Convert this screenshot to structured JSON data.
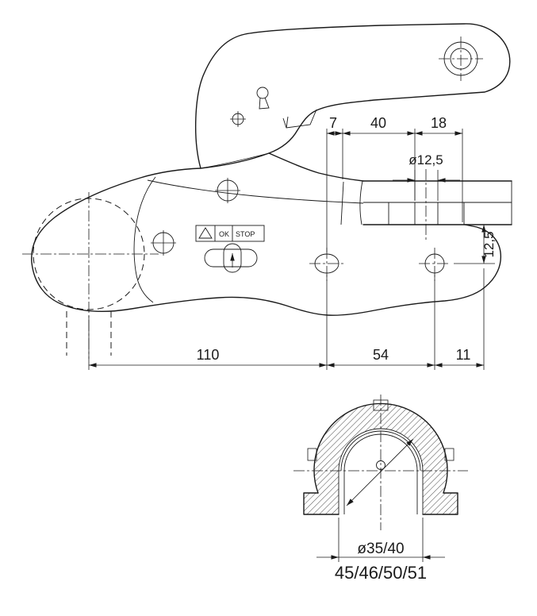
{
  "page": {
    "background": "#ffffff",
    "line_color": "#1a1a1a",
    "description": "Technical dimension drawing of a trailer coupling head with side view and ball-socket section view"
  },
  "side_view": {
    "dim_7": "7",
    "dim_40": "40",
    "dim_18": "18",
    "dim_hole_dia": "ø12,5",
    "dim_height": "12,5",
    "dim_110": "110",
    "dim_54": "54",
    "dim_11": "11",
    "warning_ok": "OK",
    "warning_stop": "STOP"
  },
  "section_view": {
    "dim_bore": "ø35/40",
    "variant_sizes": "45/46/50/51"
  }
}
